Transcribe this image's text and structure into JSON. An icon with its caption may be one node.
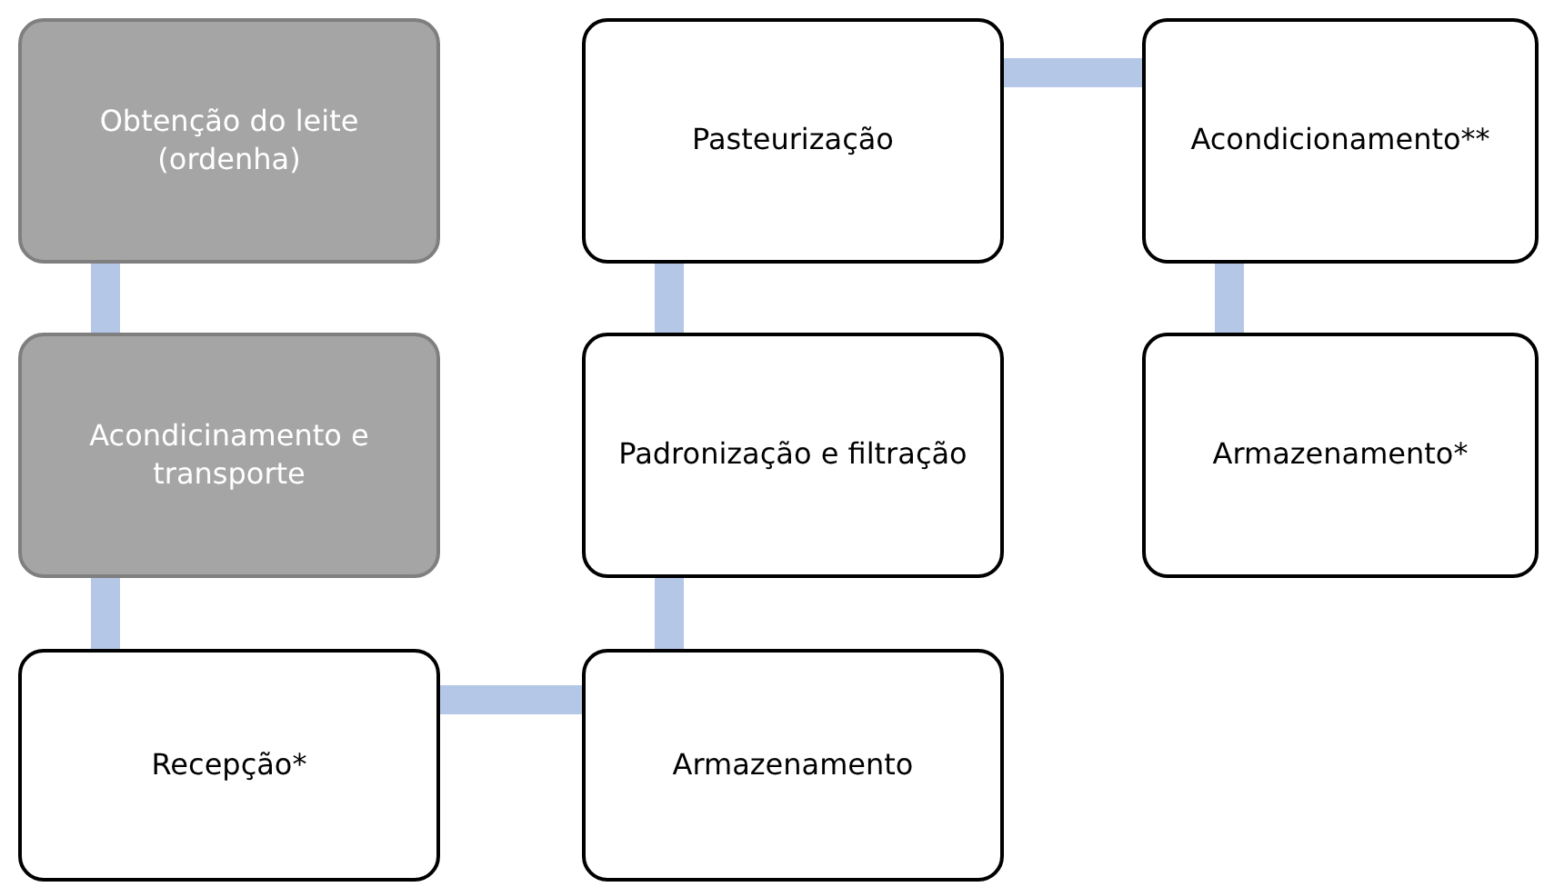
{
  "diagram": {
    "nodes": [
      {
        "text": [
          "Obtenção do leite (ordenha)"
        ]
      },
      {
        "text": [
          "Acondicinamento e transporte"
        ]
      },
      {
        "text": [
          "Recepção*"
        ]
      },
      {
        "text": [
          "Armazenamento"
        ]
      },
      {
        "text": [
          "Padronização e filtração"
        ]
      },
      {
        "text": [
          "Pasteurização"
        ]
      },
      {
        "text": [
          "Acondicionamento**"
        ]
      },
      {
        "text": [
          "Armazenamento*"
        ]
      }
    ],
    "edges": [
      {
        "from": 0,
        "to": 1,
        "arrow": "none"
      },
      {
        "from": 1,
        "to": 2,
        "arrow": "none"
      },
      {
        "from": 2,
        "to": 3,
        "arrow": "none"
      },
      {
        "from": 3,
        "to": 4,
        "arrow": "none"
      },
      {
        "from": 4,
        "to": 5,
        "arrow": "none"
      },
      {
        "from": 5,
        "to": 6,
        "arrow": "none"
      },
      {
        "from": 6,
        "to": 7,
        "arrow": "none"
      }
    ]
  }
}
